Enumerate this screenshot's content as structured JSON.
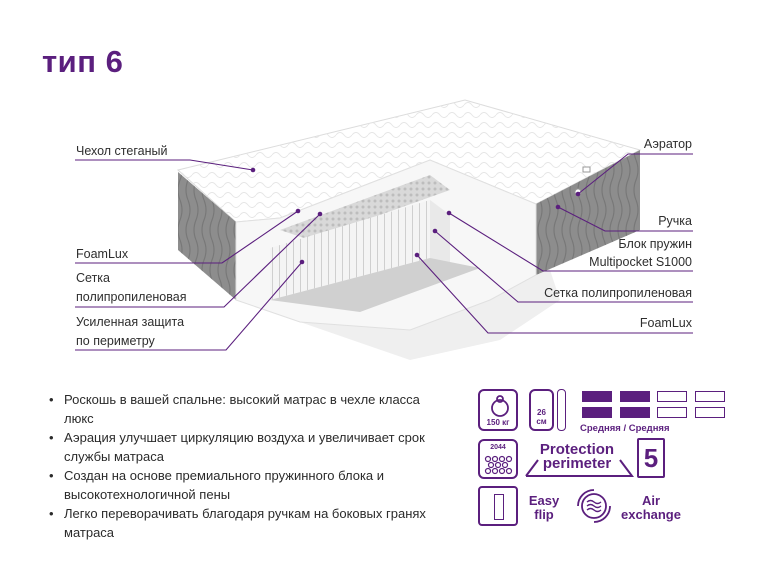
{
  "header": {
    "title": "тип 6"
  },
  "diagram": {
    "left_labels": [
      {
        "id": "cover",
        "text": "Чехол стеганый"
      },
      {
        "id": "foamlux-top",
        "text": "FoamLux"
      },
      {
        "id": "mesh-left-1",
        "text": "Сетка"
      },
      {
        "id": "mesh-left-2",
        "text": "полипропиленовая"
      },
      {
        "id": "perimeter-1",
        "text": "Усиленная защита"
      },
      {
        "id": "perimeter-2",
        "text": "по периметру"
      }
    ],
    "right_labels": [
      {
        "id": "aerator",
        "text": "Аэратор"
      },
      {
        "id": "handle",
        "text": "Ручка"
      },
      {
        "id": "spring-1",
        "text": "Блок пружин"
      },
      {
        "id": "spring-2",
        "text": "Multipocket S1000"
      },
      {
        "id": "mesh-right",
        "text": "Сетка полипропиленовая"
      },
      {
        "id": "foamlux-bottom",
        "text": "FoamLux"
      }
    ],
    "accent_color": "#5b1f7e"
  },
  "features": {
    "bullets": [
      "Роскошь в вашей спальне: высокий матрас в чехле класса люкс",
      "Аэрация улучшает циркуляцию воздуха и увеличивает срок службы матраса",
      "Создан на основе премиального пружинного блока и высокотехнологичной пены",
      "Легко переворачивать благодаря ручкам на боковых гранях матраса"
    ]
  },
  "specs": {
    "max_weight": "150 кг",
    "height_value": "26",
    "height_unit": "см",
    "firmness_label": "Средняя / Средняя",
    "firmness_side_a": {
      "filled": 2,
      "total": 4
    },
    "firmness_side_b": {
      "filled": 2,
      "total": 4
    },
    "spring_count": "2044",
    "protection_line1": "Protection",
    "protection_line2": "perimeter",
    "warranty_years": "5",
    "easy_flip_line1": "Easy",
    "easy_flip_line2": "flip",
    "air_line1": "Air",
    "air_line2": "exchange",
    "icons": [
      "weight-icon",
      "height-icon",
      "firmness-icon",
      "spring-count-icon",
      "protection-perimeter-icon",
      "warranty-icon",
      "easy-flip-icon",
      "air-exchange-icon"
    ]
  }
}
